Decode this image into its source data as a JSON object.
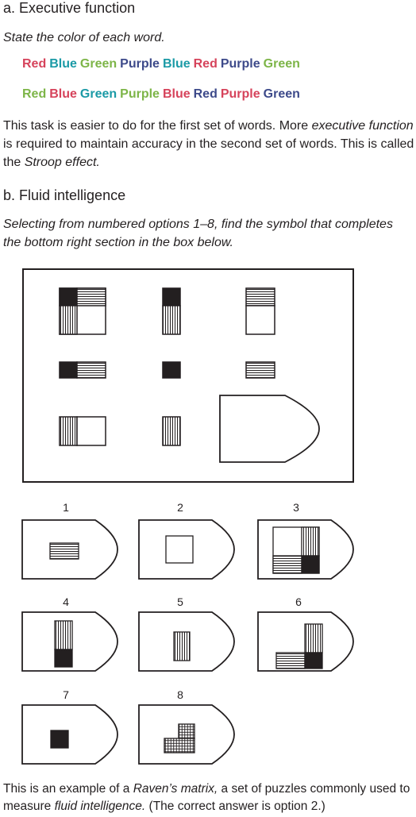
{
  "section_a": {
    "heading": "a. Executive function",
    "instruction": "State the color of each word.",
    "row1": [
      {
        "word": "Red",
        "color": "#d6435b"
      },
      {
        "word": "Blue",
        "color": "#1b9aa6"
      },
      {
        "word": "Green",
        "color": "#7db548"
      },
      {
        "word": "Purple",
        "color": "#3d4a8a"
      },
      {
        "word": "Blue",
        "color": "#1b9aa6"
      },
      {
        "word": "Red",
        "color": "#d6435b"
      },
      {
        "word": "Purple",
        "color": "#3d4a8a"
      },
      {
        "word": "Green",
        "color": "#7db548"
      }
    ],
    "row2": [
      {
        "word": "Red",
        "color": "#7db548"
      },
      {
        "word": "Blue",
        "color": "#d6435b"
      },
      {
        "word": "Green",
        "color": "#1b9aa6"
      },
      {
        "word": "Purple",
        "color": "#7db548"
      },
      {
        "word": "Blue",
        "color": "#d6435b"
      },
      {
        "word": "Red",
        "color": "#3d4a8a"
      },
      {
        "word": "Purple",
        "color": "#d6435b"
      },
      {
        "word": "Green",
        "color": "#3d4a8a"
      }
    ],
    "para_1": "This task is easier to do for the first set of words. More ",
    "para_em1": "executive function",
    "para_2": " is required to maintain accuracy in the second set of words. This is called the ",
    "para_em2": "Stroop effect.",
    "para_3": ""
  },
  "section_b": {
    "heading": "b. Fluid intelligence",
    "instruction": "Selecting from numbered options 1–8, find the symbol that completes the bottom right section in the box below.",
    "option_numbers": [
      "1",
      "2",
      "3",
      "4",
      "5",
      "6",
      "7",
      "8"
    ],
    "caption_1": "This is an example of a ",
    "caption_em1": "Raven’s matrix,",
    "caption_2": " a set of puzzles commonly used to measure ",
    "caption_em2": "fluid intelligence.",
    "caption_3": " (The correct answer is option 2.)"
  }
}
